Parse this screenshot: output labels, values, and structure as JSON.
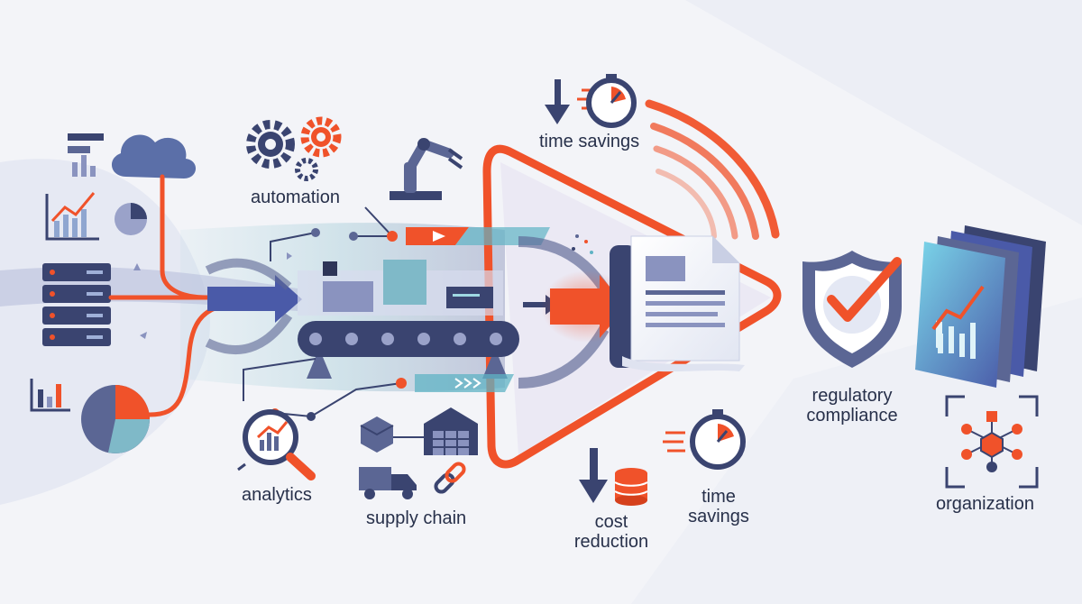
{
  "labels": {
    "automation": "automation",
    "time_savings_top": "time savings",
    "regulatory_compliance_1": "regulatory",
    "regulatory_compliance_2": "compliance",
    "analytics": "analytics",
    "supply_chain": "supply chain",
    "cost_reduction_1": "cost",
    "cost_reduction_2": "reduction",
    "time_savings_bottom_1": "time",
    "time_savings_bottom_2": "savings",
    "organization": "organization"
  },
  "colors": {
    "accent": "#f0522a",
    "navy": "#3a4470",
    "slate": "#5b6694",
    "teal": "#5fb3c4",
    "background": "#f3f4f8"
  }
}
